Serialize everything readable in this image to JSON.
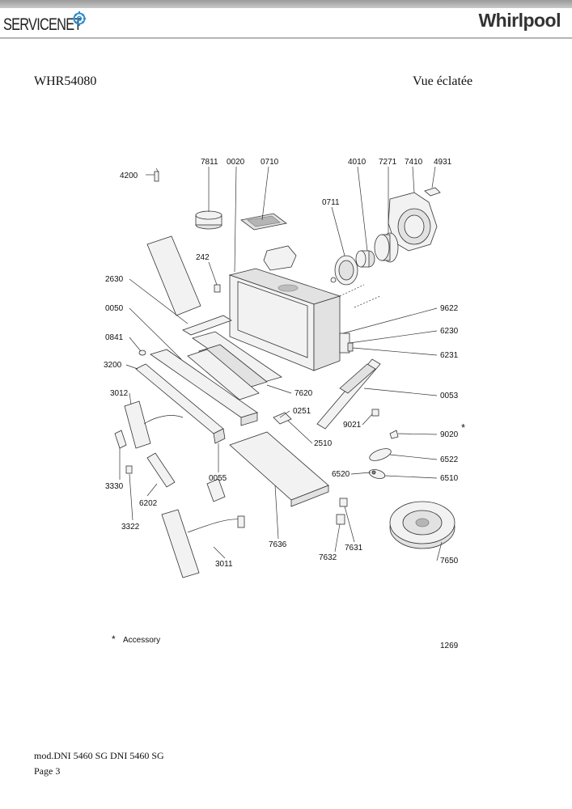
{
  "header": {
    "left_logo": "SERVICENET",
    "right_logo": "Whirlpool"
  },
  "document": {
    "model": "WHR54080",
    "view_title": "Vue éclatée",
    "accessory_note": "Accessory",
    "diagram_number": "1269",
    "footer_model": "mod.DNI 5460 SG DNI 5460 SG",
    "footer_page": "Page 3"
  },
  "diagram": {
    "callouts": [
      "4200",
      "7811",
      "0020",
      "0710",
      "4010",
      "7271",
      "7410",
      "4931",
      "0711",
      "242",
      "2630",
      "0050",
      "9622",
      "6230",
      "0841",
      "6231",
      "3200",
      "7620",
      "0053",
      "3012",
      "0251",
      "9021",
      "9020",
      "2510",
      "6522",
      "6520",
      "6510",
      "3330",
      "0055",
      "6202",
      "3322",
      "7636",
      "7631",
      "7632",
      "3011",
      "7650"
    ]
  }
}
